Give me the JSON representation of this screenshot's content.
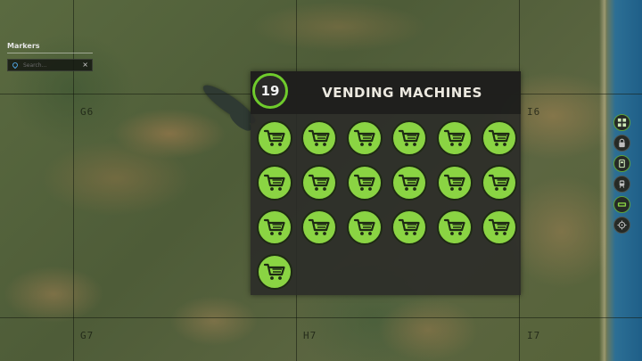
{
  "map": {
    "cells": {
      "g6": "G6",
      "i6": "I6",
      "g7": "G7",
      "h7": "H7",
      "i7": "I7"
    },
    "sea_color": "#1f5f88"
  },
  "markers_panel": {
    "title": "Markers",
    "search_placeholder": "Search...",
    "search_icon": "map-pin-icon",
    "clear_icon": "close-icon",
    "clear_glyph": "×"
  },
  "vending_popup": {
    "count": "19",
    "title": "VENDING MACHINES",
    "accent_color": "#8ad443",
    "machine_icon": "shopping-cart-icon",
    "machines": [
      {
        "id": 1
      },
      {
        "id": 2
      },
      {
        "id": 3
      },
      {
        "id": 4
      },
      {
        "id": 5
      },
      {
        "id": 6
      },
      {
        "id": 7
      },
      {
        "id": 8
      },
      {
        "id": 9
      },
      {
        "id": 10
      },
      {
        "id": 11
      },
      {
        "id": 12
      },
      {
        "id": 13
      },
      {
        "id": 14
      },
      {
        "id": 15
      },
      {
        "id": 16
      },
      {
        "id": 17
      },
      {
        "id": 18
      },
      {
        "id": 19
      }
    ]
  },
  "toolbar": {
    "buttons": [
      {
        "icon": "grid-icon",
        "active": true
      },
      {
        "icon": "lock-icon",
        "active": false
      },
      {
        "icon": "monument-icon",
        "active": true
      },
      {
        "icon": "train-icon",
        "active": false
      },
      {
        "icon": "card-icon",
        "active": true
      },
      {
        "icon": "crosshair-icon",
        "active": false
      }
    ]
  }
}
